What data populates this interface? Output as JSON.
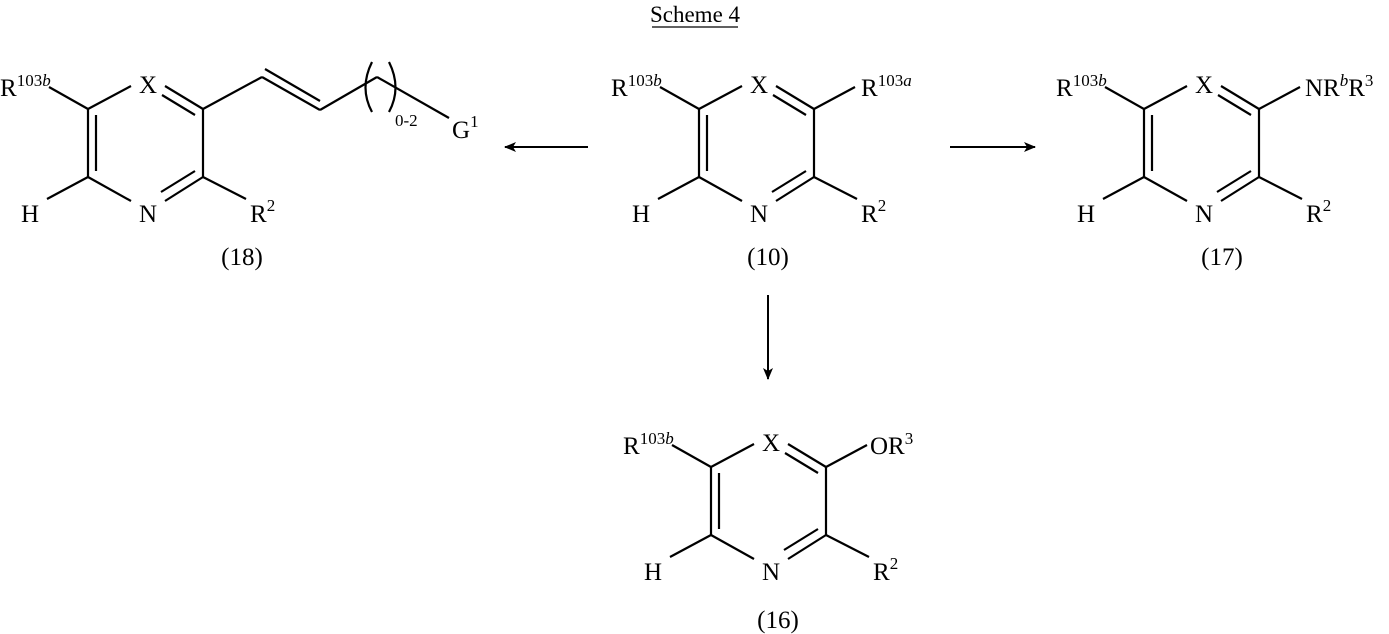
{
  "title": "Scheme 4",
  "compounds": {
    "c18": {
      "number": "(18)",
      "r103b": "R",
      "r103b_sup": "103",
      "r103b_sup_it": "b",
      "x": "X",
      "h": "H",
      "n": "N",
      "r2": "R",
      "r2_sup": "2",
      "repeat": "0-2",
      "g": "G",
      "g_sup": "1"
    },
    "c10": {
      "number": "(10)",
      "r103b": "R",
      "r103b_sup": "103",
      "r103b_sup_it": "b",
      "x": "X",
      "h": "H",
      "n": "N",
      "r2": "R",
      "r2_sup": "2",
      "r103a": "R",
      "r103a_sup": "103",
      "r103a_sup_it": "a"
    },
    "c17": {
      "number": "(17)",
      "r103b": "R",
      "r103b_sup": "103",
      "r103b_sup_it": "b",
      "x": "X",
      "h": "H",
      "n": "N",
      "r2": "R",
      "r2_sup": "2",
      "nr_a": "NR",
      "nr_sup_b": "b",
      "nr_b": "R",
      "nr_sup_3": "3"
    },
    "c16": {
      "number": "(16)",
      "r103b": "R",
      "r103b_sup": "103",
      "r103b_sup_it": "b",
      "x": "X",
      "h": "H",
      "n": "N",
      "r2": "R",
      "r2_sup": "2",
      "or": "OR",
      "or_sup": "3"
    }
  }
}
